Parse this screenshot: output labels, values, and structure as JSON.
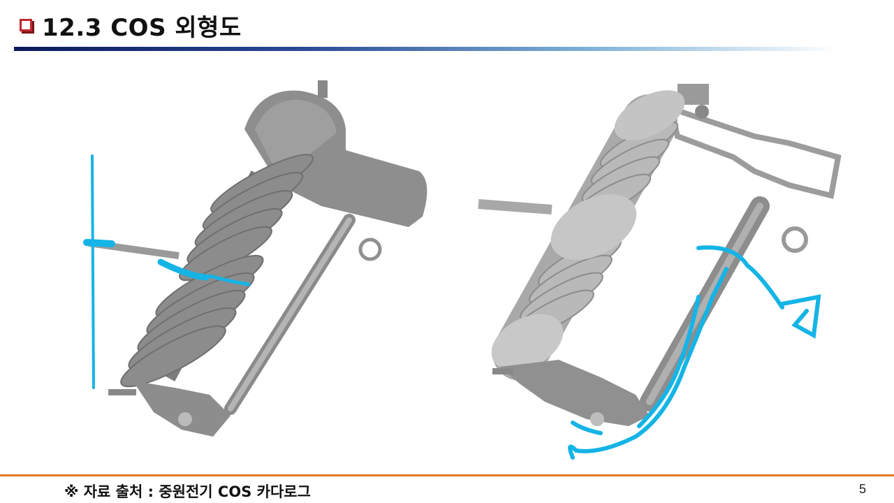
{
  "slide": {
    "title": "12.3 COS 외형도",
    "footer_note": "※ 자료 출처 : 중원전기 COS 카다로그",
    "page_number": "5"
  },
  "colors": {
    "title_checkbox": "#c0272d",
    "title_rule_start": "#0b1a5c",
    "footer_rule": "#e07b2a",
    "annotation_cyan": "#14b4e6"
  },
  "images": [
    {
      "name": "cos-polymer-type-photo",
      "annotated": true
    },
    {
      "name": "cos-porcelain-type-photo",
      "annotated": true
    }
  ]
}
